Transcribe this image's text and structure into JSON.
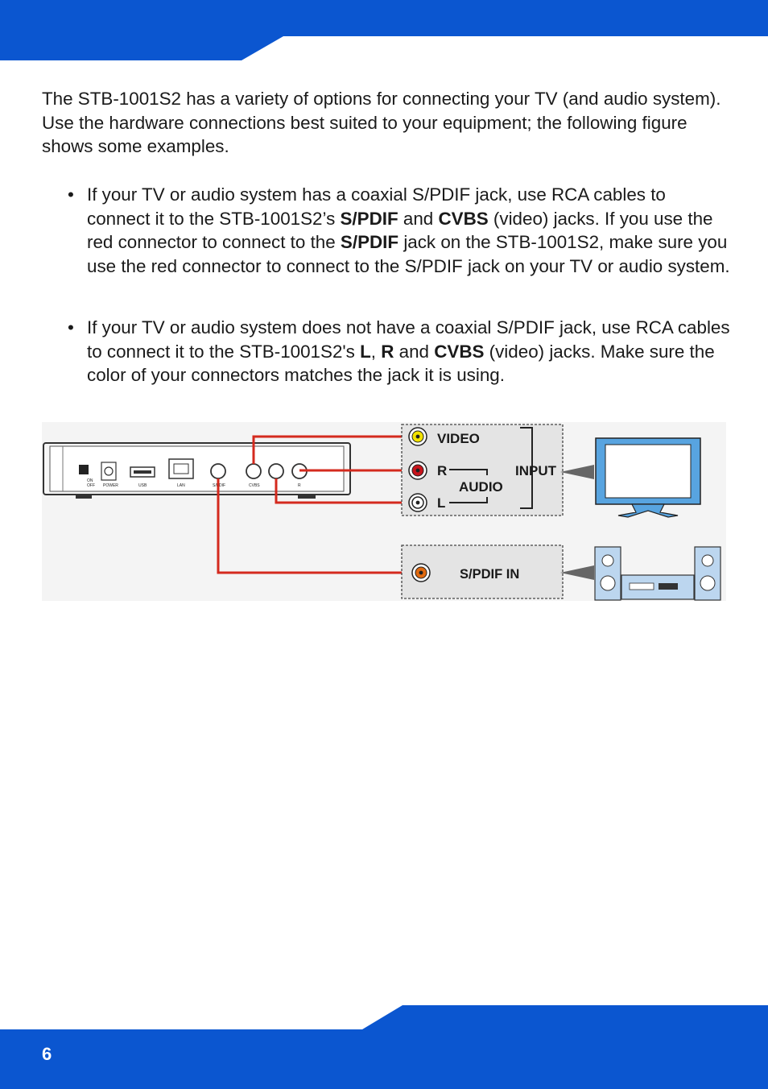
{
  "page": {
    "number": "6",
    "brand_color": "#0b56d0"
  },
  "intro": "The STB-1001S2 has a variety of options for connecting your TV (and audio system). Use the hardware connections best suited to your equipment; the following figure shows some examples.",
  "bullets": [
    {
      "marker": "•",
      "parts": [
        "If your TV or audio system has a coaxial S/PDIF jack, use RCA cables to connect it to the STB-1001S2’s ",
        "S/PDIF",
        " and ",
        "CVBS",
        " (video) jacks. If you use the red connector to connect to the ",
        "S/PDIF",
        " jack on the STB-1001S2, make sure you use the red connector to connect to the S/PDIF jack on your TV or audio system."
      ]
    },
    {
      "marker": "•",
      "parts": [
        "If your TV or audio system does not have a coaxial S/PDIF jack, use RCA cables to connect it to the STB-1001S2's ",
        "L",
        ", ",
        "R",
        " and ",
        "CVBS",
        " (video) jacks. Make sure the color of your connectors matches the jack it is using."
      ]
    }
  ],
  "diagram": {
    "device_port_labels": {
      "on": "ON",
      "off": "OFF",
      "power": "POWER",
      "usb": "USB",
      "lan": "LAN",
      "spdif": "S/PDIF",
      "cvbs": "CVBS",
      "r": "R"
    },
    "tv_input": {
      "video": "VIDEO",
      "r": "R",
      "audio": "AUDIO",
      "l": "L",
      "input": "INPUT"
    },
    "audio_input": {
      "spdif_in": "S/PDIF IN"
    },
    "colors": {
      "cable": "#d42a1e",
      "video_jack": "#f2e200",
      "red_jack": "#c8141b",
      "white_jack": "#ffffff",
      "spdif_jack": "#e06a10",
      "tv_screen_frame": "#58a4e0"
    }
  }
}
